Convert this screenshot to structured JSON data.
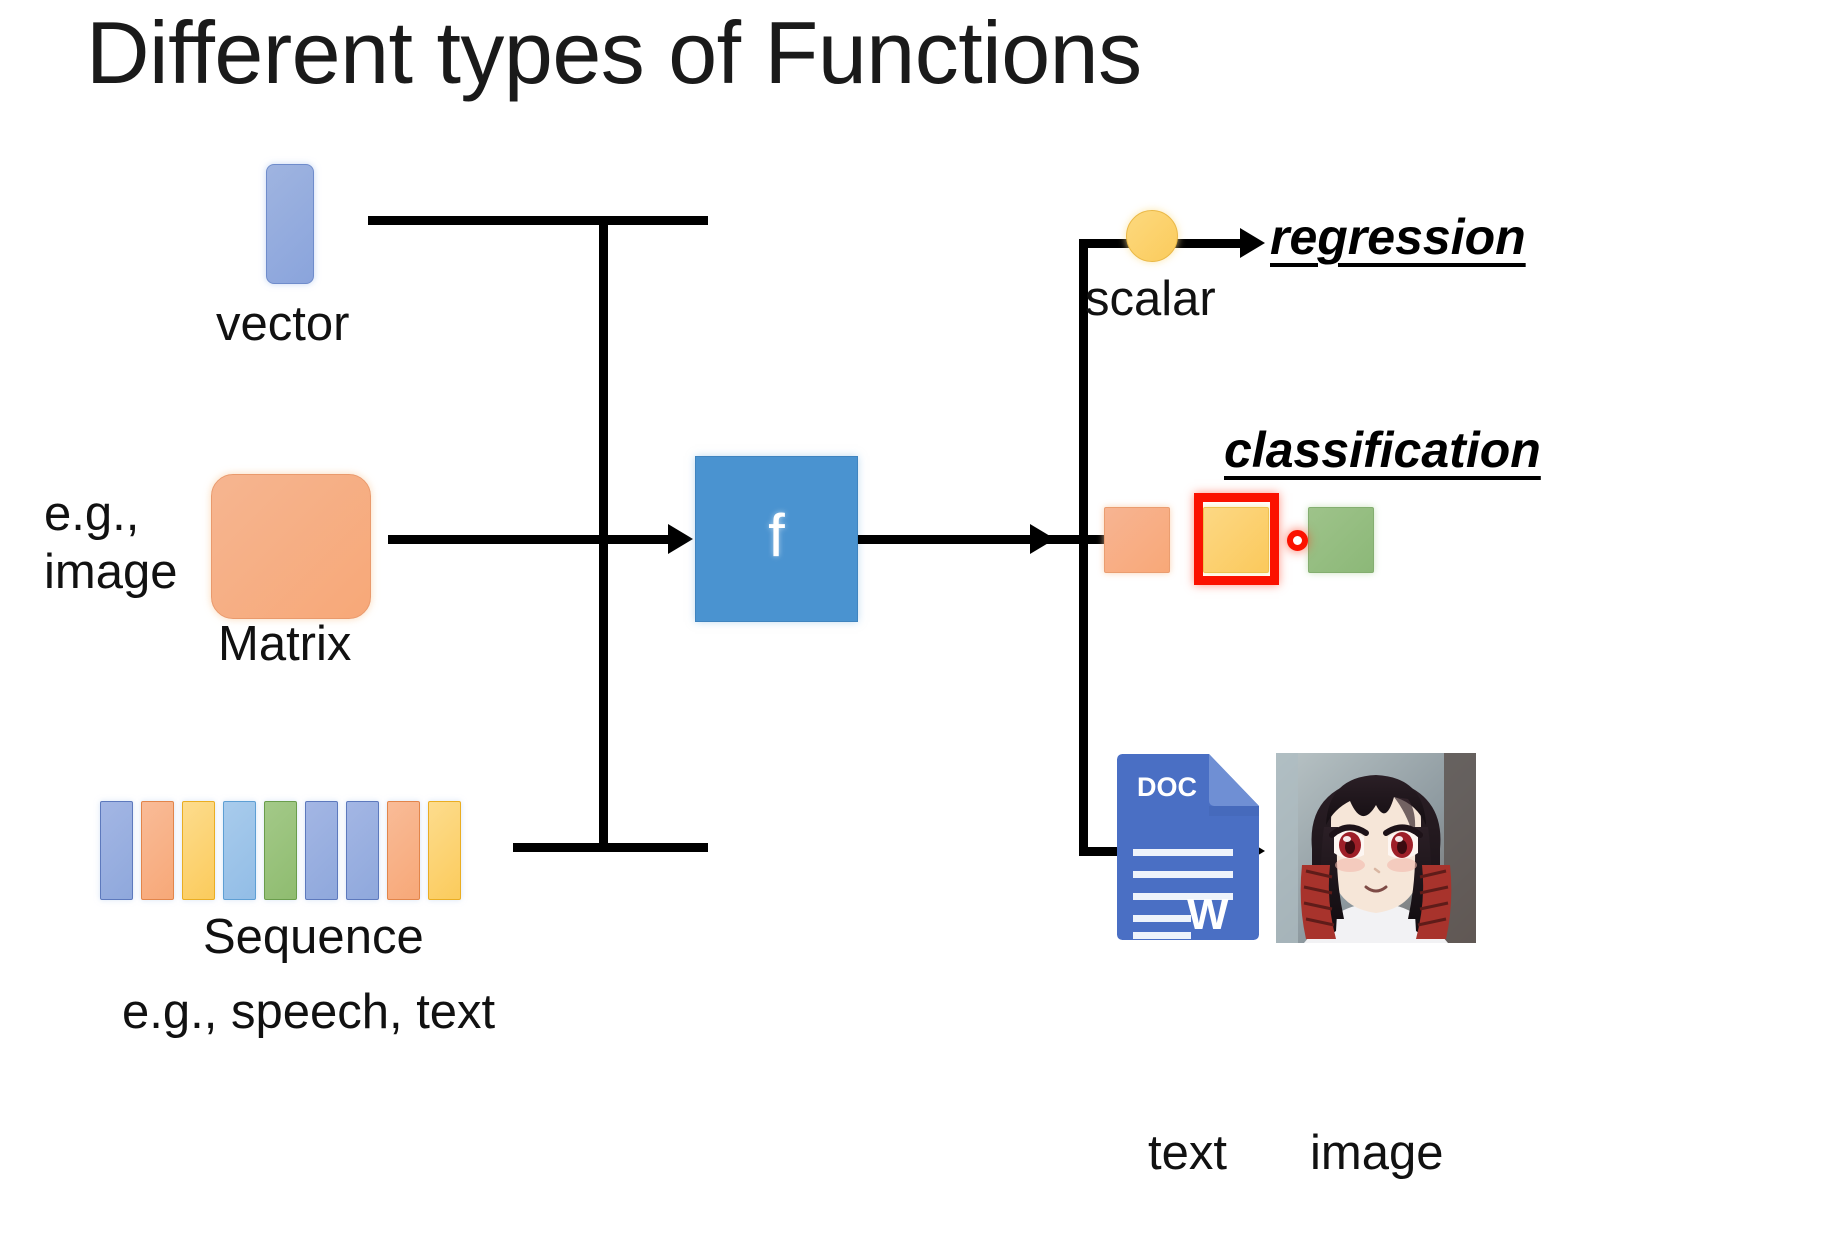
{
  "slide": {
    "title": "Different types of Functions",
    "background_color": "#ffffff"
  },
  "inputs": {
    "vector": {
      "label": "vector",
      "shape": "rounded-rect",
      "color": "#8aa4dc"
    },
    "matrix": {
      "label": "Matrix",
      "note": "e.g.,\nimage",
      "note_line1": "e.g.,",
      "note_line2": "image",
      "shape": "rounded-square",
      "color": "#f7a878"
    },
    "sequence": {
      "label": "Sequence",
      "note": "e.g., speech, text",
      "bars": [
        {
          "color": "#8fa8dc",
          "border": "#5d79bd"
        },
        {
          "color": "#f7a878",
          "border": "#e2854a"
        },
        {
          "color": "#fbcb5c",
          "border": "#eaad22"
        },
        {
          "color": "#92bde6",
          "border": "#5e9fd4"
        },
        {
          "color": "#8fbc70",
          "border": "#6a9d4c"
        },
        {
          "color": "#8fa8dc",
          "border": "#5d79bd"
        },
        {
          "color": "#8fa8dc",
          "border": "#5d79bd"
        },
        {
          "color": "#f7a878",
          "border": "#e2854a"
        },
        {
          "color": "#fbcb5c",
          "border": "#eaad22"
        }
      ]
    }
  },
  "function_box": {
    "glyph": "f",
    "color": "#4a93d0",
    "text_color": "#ffffff"
  },
  "outputs": {
    "scalar": {
      "label": "scalar",
      "task": "regression",
      "color": "#fbcb5c"
    },
    "classes": {
      "task": "classification",
      "selected_index": 1,
      "selection_color": "#fb1200",
      "items": [
        {
          "color": "#f8a878"
        },
        {
          "color": "#fbc95c"
        },
        {
          "color": "#8cb878"
        }
      ]
    },
    "structured": {
      "text_label": "text",
      "image_label": "image",
      "doc_icon": {
        "name": "doc-icon",
        "badge": "DOC",
        "word_mark": "W",
        "color": "#4a6fc4",
        "line_count": 5
      },
      "image_icon": {
        "name": "anime-portrait-image"
      }
    }
  },
  "icons": {
    "arrow": "arrow-right-icon",
    "scalar": "circle-icon",
    "doc": "doc-file-icon",
    "selection": "selection-handle-icon"
  }
}
